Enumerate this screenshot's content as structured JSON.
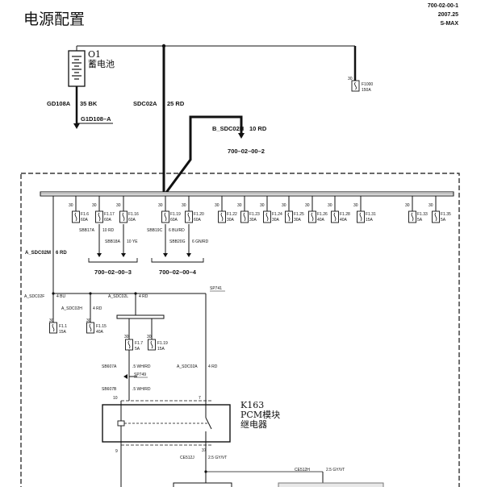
{
  "title": "电源配置",
  "header": {
    "code": "700-02-00-1",
    "date": "2007.25",
    "model": "S-MAX"
  },
  "battery": {
    "ref": "O1",
    "name": "蓄电池",
    "gnd_wire": "GD108A",
    "gnd_spec": "35 BK",
    "gnd_point": "G1D108–A"
  },
  "main_wire": {
    "id": "SDC02A",
    "spec": "25 RD"
  },
  "branch_wire": {
    "id": "B_SDC02H",
    "spec": "10 RD",
    "ref": "700–02–00–2"
  },
  "top_fuse": {
    "pin": "30",
    "name": "F1000",
    "rating": "150A"
  },
  "fuses": [
    {
      "pin": "30",
      "name": "F1.6",
      "rating": "60A"
    },
    {
      "pin": "30",
      "name": "F1.17",
      "rating": "60A"
    },
    {
      "pin": "30",
      "name": "F1.16",
      "rating": "60A"
    },
    {
      "pin": "30",
      "name": "F1.19",
      "rating": "60A"
    },
    {
      "pin": "30",
      "name": "F1.20",
      "rating": "60A"
    },
    {
      "pin": "30",
      "name": "F1.22",
      "rating": "30A"
    },
    {
      "pin": "30",
      "name": "F1.23",
      "rating": "30A"
    },
    {
      "pin": "30",
      "name": "F1.24",
      "rating": "30A"
    },
    {
      "pin": "30",
      "name": "F1.25",
      "rating": "30A"
    },
    {
      "pin": "30",
      "name": "F1.26",
      "rating": "40A"
    },
    {
      "pin": "30",
      "name": "F1.28",
      "rating": "40A"
    },
    {
      "pin": "30",
      "name": "F1.31",
      "rating": "15A"
    },
    {
      "pin": "30",
      "name": "F1.33",
      "rating": "5A"
    },
    {
      "pin": "30",
      "name": "F1.35",
      "rating": "5A"
    }
  ],
  "left_wire": {
    "id": "A_SDC02M",
    "spec": "6 RD"
  },
  "mid_wires": [
    {
      "id": "SBB17A",
      "spec": "10 RD"
    },
    {
      "id": "SBB18A",
      "spec": "10 YE"
    },
    {
      "id": "SBB19C",
      "spec": "6 BU/RD"
    },
    {
      "id": "SBB20G",
      "spec": "6 GN/RD"
    }
  ],
  "refs": {
    "r3": "700–02–00–3",
    "r4": "700–02–00–4"
  },
  "lower": {
    "w_f": {
      "id": "A_SDC02F",
      "spec": "4 BU"
    },
    "w_h": {
      "id": "A_SDC02H",
      "spec": "4 RD"
    },
    "w_l": {
      "id": "A_SDC02L",
      "spec": "4 RD"
    },
    "sp741": "SP741",
    "f11": {
      "pin": "30",
      "name": "F1.1",
      "rating": "15A"
    },
    "f115": {
      "pin": "30",
      "name": "F1.15",
      "rating": "40A"
    },
    "f17": {
      "pin": "30",
      "name": "F1.7",
      "rating": "5A"
    },
    "f119": {
      "pin": "30",
      "name": "F1.19",
      "rating": "15A"
    },
    "sb607a": {
      "id": "SB607A",
      "spec": ".5 WH/RD"
    },
    "sp749": "SP749",
    "sb607b": {
      "id": "SB607B",
      "spec": ".5 WH/RD"
    },
    "w_a": {
      "id": "A_SDC02A",
      "spec": "4 RD"
    },
    "pin10": "10",
    "pin7": "7",
    "pin9": "9",
    "pin37": "37",
    "ce512j": {
      "id": "CE512J",
      "spec": "2.5 GY/VT"
    },
    "ce512h": {
      "id": "CE512H",
      "spec": "2.5 GY/VT"
    }
  },
  "relay": {
    "ref": "K163",
    "line1": "PCM模块",
    "line2": "继电器"
  }
}
